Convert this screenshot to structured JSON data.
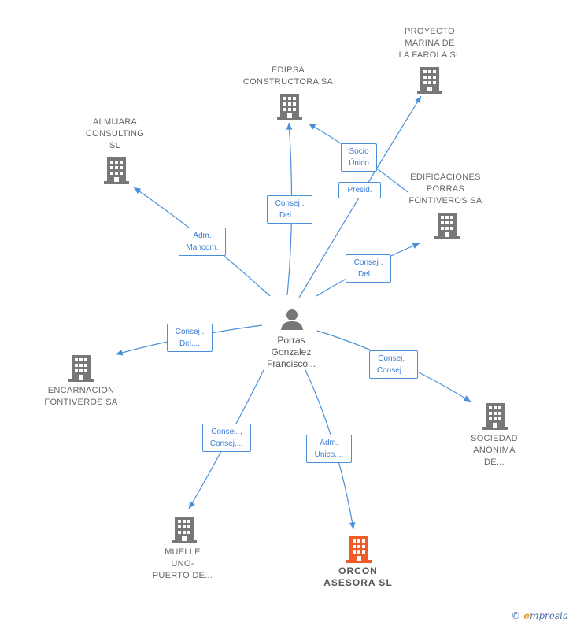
{
  "person": {
    "name": "Porras\nGonzalez\nFrancisco..."
  },
  "companies": [
    {
      "id": "proyecto",
      "name": "PROYECTO\nMARINA DE\nLA FAROLA SL",
      "focus": false
    },
    {
      "id": "edipsa",
      "name": "EDIPSA\nCONSTRUCTORA SA",
      "focus": false
    },
    {
      "id": "almijara",
      "name": "ALMIJARA\nCONSULTING\nSL",
      "focus": false
    },
    {
      "id": "edificaciones",
      "name": "EDIFICACIONES\nPORRAS\nFONTIVEROS SA",
      "focus": false
    },
    {
      "id": "encarnacion",
      "name": "ENCARNACION\nFONTIVEROS SA",
      "focus": false
    },
    {
      "id": "sociedad",
      "name": "SOCIEDAD\nANONIMA\nDE...",
      "focus": false
    },
    {
      "id": "muelle",
      "name": "MUELLE\nUNO-\nPUERTO DE...",
      "focus": false
    },
    {
      "id": "orcon",
      "name": "ORCON\nASESORA  SL",
      "focus": true
    }
  ],
  "relations": [
    {
      "id": "r-almijara",
      "label": "Adm.\nMancom."
    },
    {
      "id": "r-edipsa",
      "label": "Consej .\nDel...."
    },
    {
      "id": "r-proyecto",
      "label": "Presid."
    },
    {
      "id": "r-socio",
      "label": "Socio\nÚnico"
    },
    {
      "id": "r-edificaciones",
      "label": "Consej .\nDel...."
    },
    {
      "id": "r-encarnacion",
      "label": "Consej .\nDel...."
    },
    {
      "id": "r-sociedad",
      "label": "Consej. ,\nConsej...."
    },
    {
      "id": "r-muelle",
      "label": "Consej. ,\nConsej...."
    },
    {
      "id": "r-orcon",
      "label": "Adm.\nUnico,..."
    }
  ],
  "colors": {
    "edge": "#4a90d9",
    "building": "#777777",
    "building_focus": "#f05a28",
    "person": "#777777"
  },
  "watermark": {
    "symbol": "©",
    "initial": "e",
    "brand": "mpresia"
  }
}
